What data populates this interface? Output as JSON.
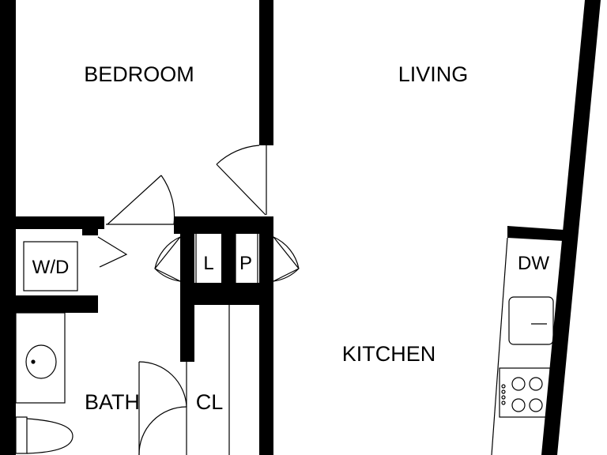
{
  "rooms": {
    "bedroom": "BEDROOM",
    "living": "LIVING",
    "kitchen": "KITCHEN",
    "bath": "BATH",
    "closet": "CL"
  },
  "fixtures": {
    "washer_dryer": "W/D",
    "linen": "L",
    "pantry": "P",
    "dishwasher": "DW"
  },
  "colors": {
    "wall": "#000000",
    "background": "#ffffff"
  }
}
